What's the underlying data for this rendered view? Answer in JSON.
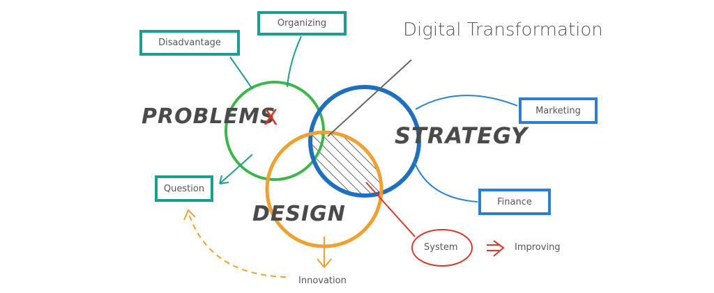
{
  "title": "Digital Transformation",
  "circles": {
    "problems": {
      "label": "PROBLEMS",
      "color": "#3cb54a"
    },
    "strategy": {
      "label": "STRATEGY",
      "color": "#1e6fc0"
    },
    "design": {
      "label": "DESIGN",
      "color": "#f0a030"
    }
  },
  "boxes": {
    "disadvantage": "Disadvantage",
    "organizing": "Organizing",
    "question": "Question",
    "marketing": "Marketing",
    "finance": "Finance"
  },
  "system": {
    "label": "System",
    "color": "#d9352b"
  },
  "arrow_glyph": "⇛",
  "improving": "Improving",
  "innovation": "Innovation",
  "x_mark": "X",
  "colors": {
    "teal": "#1a9e8f",
    "blue": "#2a7fd0",
    "red": "#d9352b",
    "orange": "#f0a030",
    "green": "#3cb54a"
  }
}
